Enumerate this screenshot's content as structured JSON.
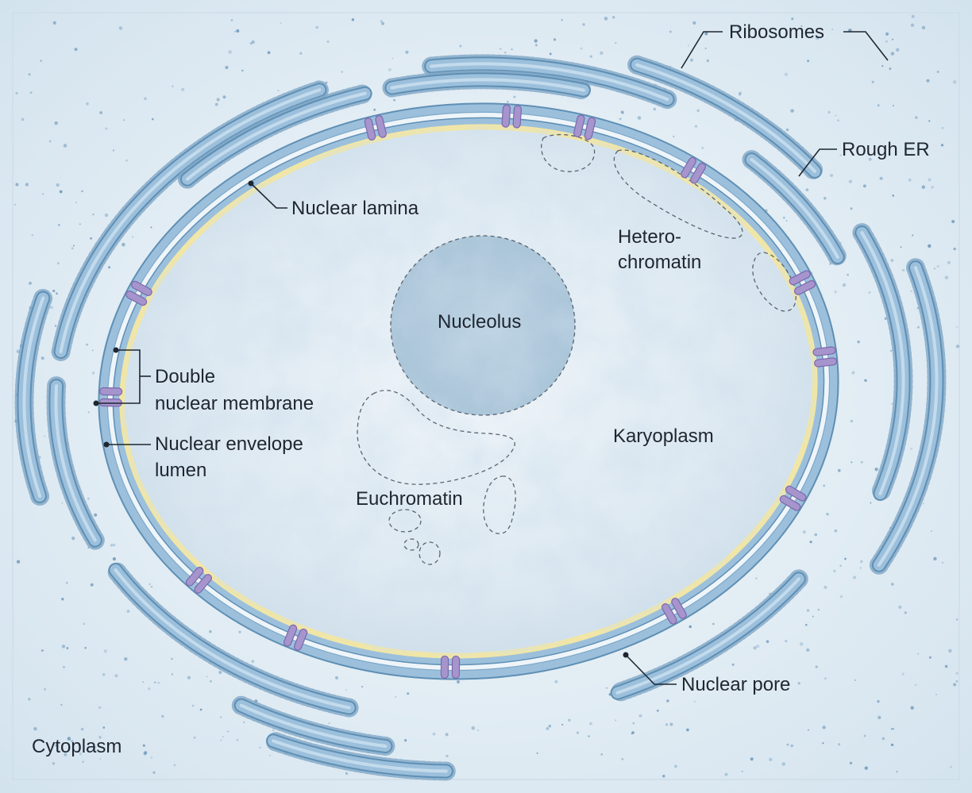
{
  "labels": {
    "ribosomes": "Ribosomes",
    "rough_er": "Rough ER",
    "nuclear_lamina": "Nuclear lamina",
    "hetero_1": "Hetero-",
    "hetero_2": "chromatin",
    "nucleolus": "Nucleolus",
    "double_1": "Double",
    "double_2": "nuclear membrane",
    "lumen_1": "Nuclear envelope",
    "lumen_2": "lumen",
    "karyoplasm": "Karyoplasm",
    "euchromatin": "Euchromatin",
    "nuclear_pore": "Nuclear pore",
    "cytoplasm": "Cytoplasm"
  },
  "colors": {
    "background": "#dde9f2",
    "membrane": "#9cc0dc",
    "membrane_edge": "#5f8fb4",
    "lamina": "#f1e6a6",
    "pore": "#a694cc",
    "nucleoplasm": "#e9f1f7",
    "text": "#1f2630"
  }
}
